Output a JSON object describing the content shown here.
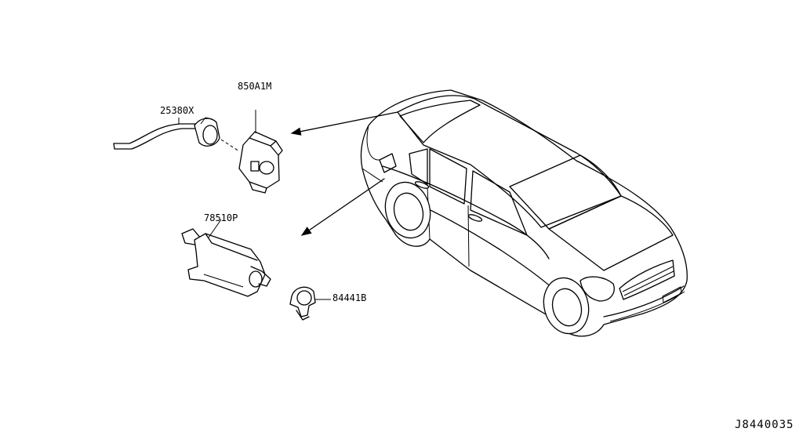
{
  "labels": {
    "part_850A1M": "850A1M",
    "part_25380X": "25380X",
    "part_78510P": "78510P",
    "part_84441B": "84441B",
    "diagram_code": "J8440035"
  }
}
